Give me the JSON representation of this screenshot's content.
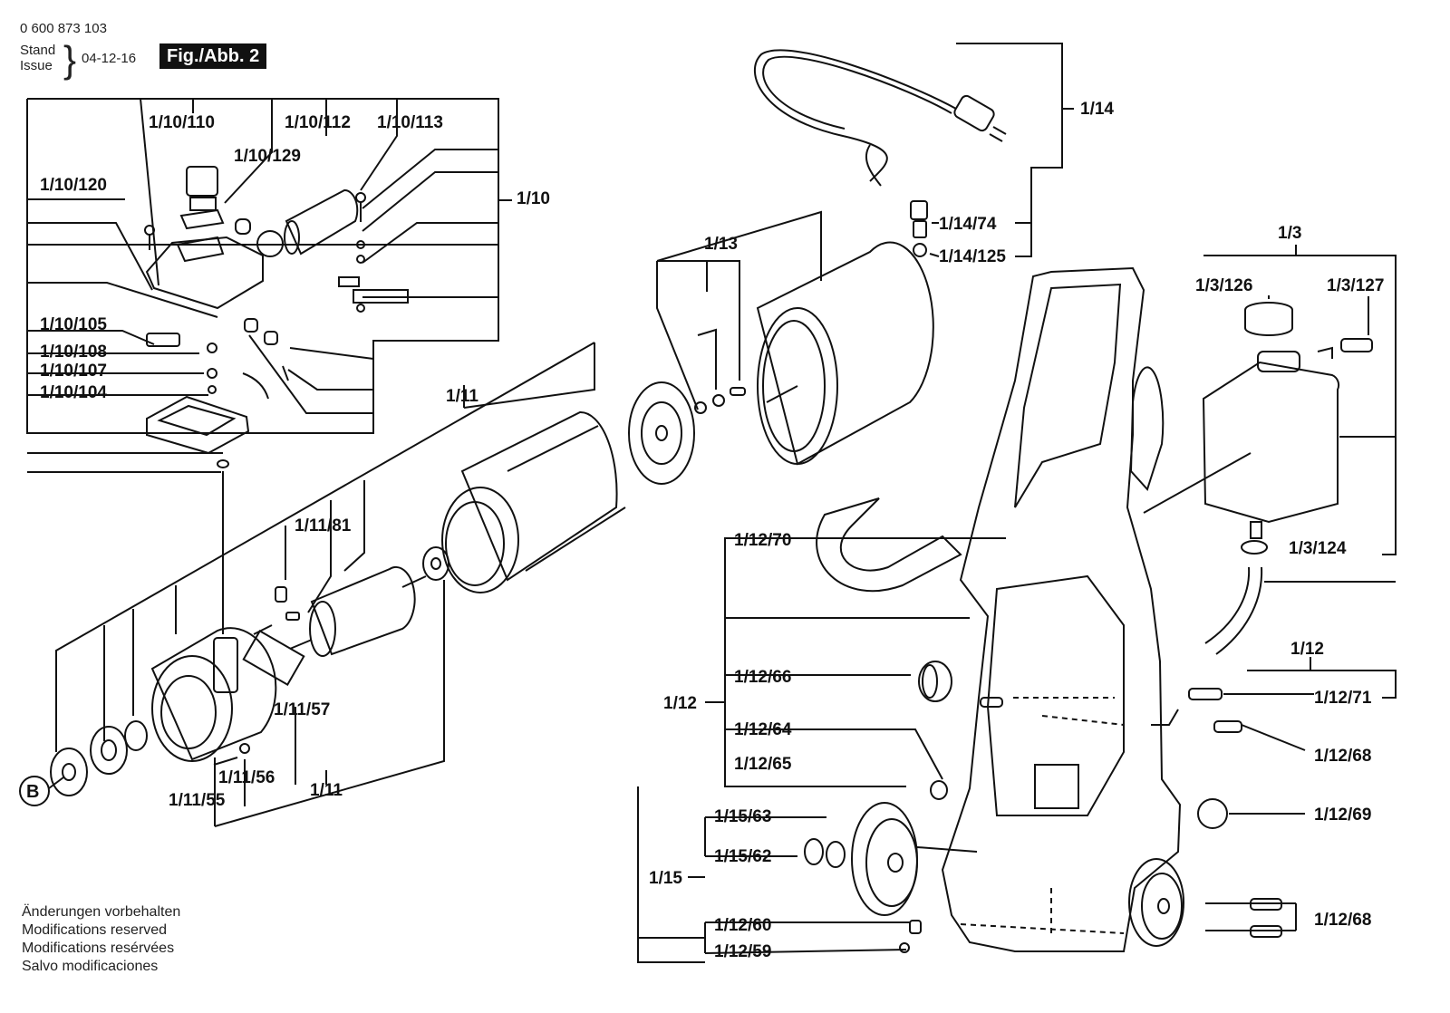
{
  "header": {
    "doc_number": "0 600 873 103",
    "stand_label": "Stand",
    "issue_label": "Issue",
    "date": "04-12-16",
    "figure": "Fig./Abb. 2"
  },
  "notes": [
    "Änderungen vorbehalten",
    "Modifications reserved",
    "Modifications resérvées",
    "Salvo modificaciones"
  ],
  "callouts": {
    "c_1_10_110": "1/10/110",
    "c_1_10_129": "1/10/129",
    "c_1_10_112": "1/10/112",
    "c_1_10_113": "1/10/113",
    "c_1_10_120": "1/10/120",
    "c_1_10": "1/10",
    "c_1_10_105": "1/10/105",
    "c_1_10_108": "1/10/108",
    "c_1_10_107": "1/10/107",
    "c_1_10_104": "1/10/104",
    "c_1_11_top": "1/11",
    "c_1_11_81": "1/11/81",
    "c_1_11_57": "1/11/57",
    "c_1_11_56": "1/11/56",
    "c_1_11_55": "1/11/55",
    "c_1_11_bottom": "1/11",
    "c_B": "B",
    "c_1_13": "1/13",
    "c_1_14": "1/14",
    "c_1_14_74": "1/14/74",
    "c_1_14_125": "1/14/125",
    "c_1_3": "1/3",
    "c_1_3_126": "1/3/126",
    "c_1_3_127": "1/3/127",
    "c_1_3_124": "1/3/124",
    "c_1_12_70": "1/12/70",
    "c_1_12_top": "1/12",
    "c_1_12_66": "1/12/66",
    "c_1_12_left": "1/12",
    "c_1_12_71": "1/12/71",
    "c_1_12_64": "1/12/64",
    "c_1_12_68a": "1/12/68",
    "c_1_12_65": "1/12/65",
    "c_1_12_69": "1/12/69",
    "c_1_15_63": "1/15/63",
    "c_1_15_62": "1/15/62",
    "c_1_15": "1/15",
    "c_1_12_60": "1/12/60",
    "c_1_12_59": "1/12/59",
    "c_1_12_68b": "1/12/68"
  },
  "colors": {
    "ink": "#111111",
    "paper": "#ffffff",
    "badge_bg": "#111111",
    "badge_text": "#ffffff"
  }
}
